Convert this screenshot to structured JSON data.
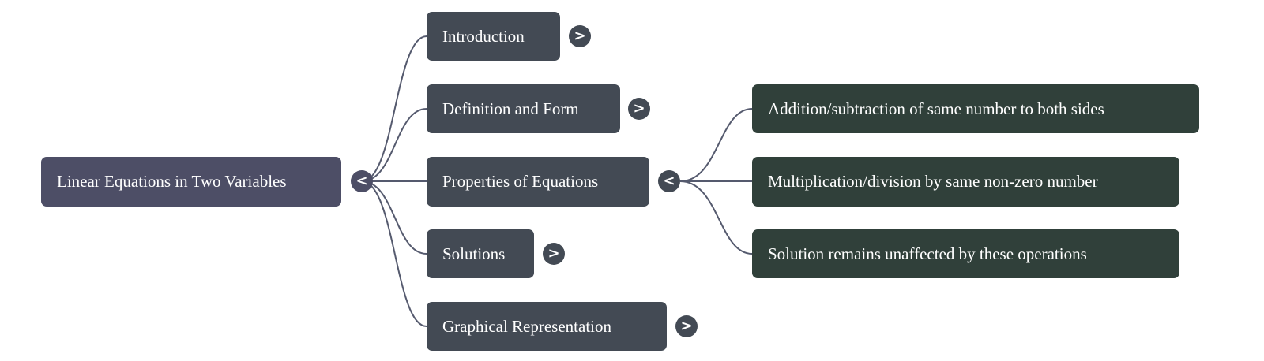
{
  "mindmap": {
    "root": {
      "label": "Linear Equations in Two Variables",
      "toggle": "<"
    },
    "children": [
      {
        "label": "Introduction",
        "toggle": ">"
      },
      {
        "label": "Definition and Form",
        "toggle": ">"
      },
      {
        "label": "Properties of Equations",
        "toggle": "<"
      },
      {
        "label": "Solutions",
        "toggle": ">"
      },
      {
        "label": "Graphical Representation",
        "toggle": ">"
      }
    ],
    "properties_children": [
      {
        "label": "Addition/subtraction of same number to both sides"
      },
      {
        "label": "Multiplication/division by same non-zero number"
      },
      {
        "label": "Solution remains unaffected by these operations"
      }
    ]
  },
  "colors": {
    "root": "#4d4e66",
    "level1": "#434a54",
    "level2": "#30403a",
    "edge": "#555a6e"
  }
}
